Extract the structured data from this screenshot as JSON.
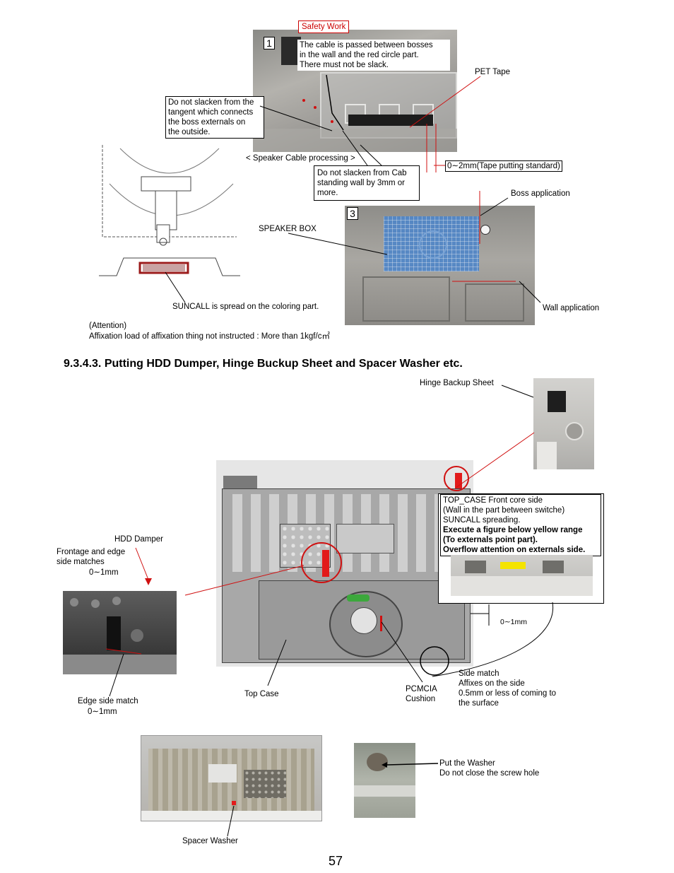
{
  "top": {
    "safety_tag": "Safety Work",
    "photo1_number": "1",
    "photo3_number": "3",
    "cable_note": "The cable is passed between bosses\nin the wall and the red circle part.\nThere must not be slack.",
    "slacken_tangent_note": "Do not slacken from the\ntangent which connects\nthe boss externals on\nthe outside.",
    "speaker_cable_caption": "< Speaker Cable processing >",
    "slacken_cab_note": "Do not slacken from Cab\nstanding wall by 3mm or\nmore.",
    "tape_standard": "0∼2mm(Tape putting standard)",
    "pet_tape": "PET Tape",
    "boss_application": "Boss application",
    "speaker_box": "SPEAKER BOX",
    "wall_application": "Wall application",
    "suncall_note": "SUNCALL is spread on the coloring part.",
    "attention_title": "(Attention)",
    "attention_text": "Affixation load of affixation thing not instructed : More than 1kgf/c㎡"
  },
  "section": {
    "heading": "9.3.4.3. Putting HDD Dumper, Hinge Buckup Sheet and Spacer Washer etc."
  },
  "middle": {
    "hinge_backup_sheet": "Hinge Backup Sheet",
    "hdd_damper": "HDD Damper",
    "frontage_edge": "Frontage and edge\nside matches",
    "frontage_tol": "0∼1mm",
    "edge_side_match": "Edge side match",
    "edge_tol": "0∼1mm",
    "top_case": "Top Case",
    "pcmcia_cushion": "PCMCIA\nCushion",
    "side_match": "Side match\nAffixes on the side\n0.5mm or less of coming to\nthe surface",
    "side_tol": "0∼1mm",
    "topcase_note_line1": "TOP_CASE Front core side",
    "topcase_note_line2": "(Wall in the part between switche)",
    "topcase_note_line3": "SUNCALL spreading.",
    "topcase_note_bold": "Execute a figure below yellow range\n(To externals point part).\nOverflow attention on externals side."
  },
  "bottom": {
    "spacer_washer": "Spacer Washer",
    "put_washer": "Put the Washer\nDo not close the screw hole"
  },
  "page_number": "57"
}
